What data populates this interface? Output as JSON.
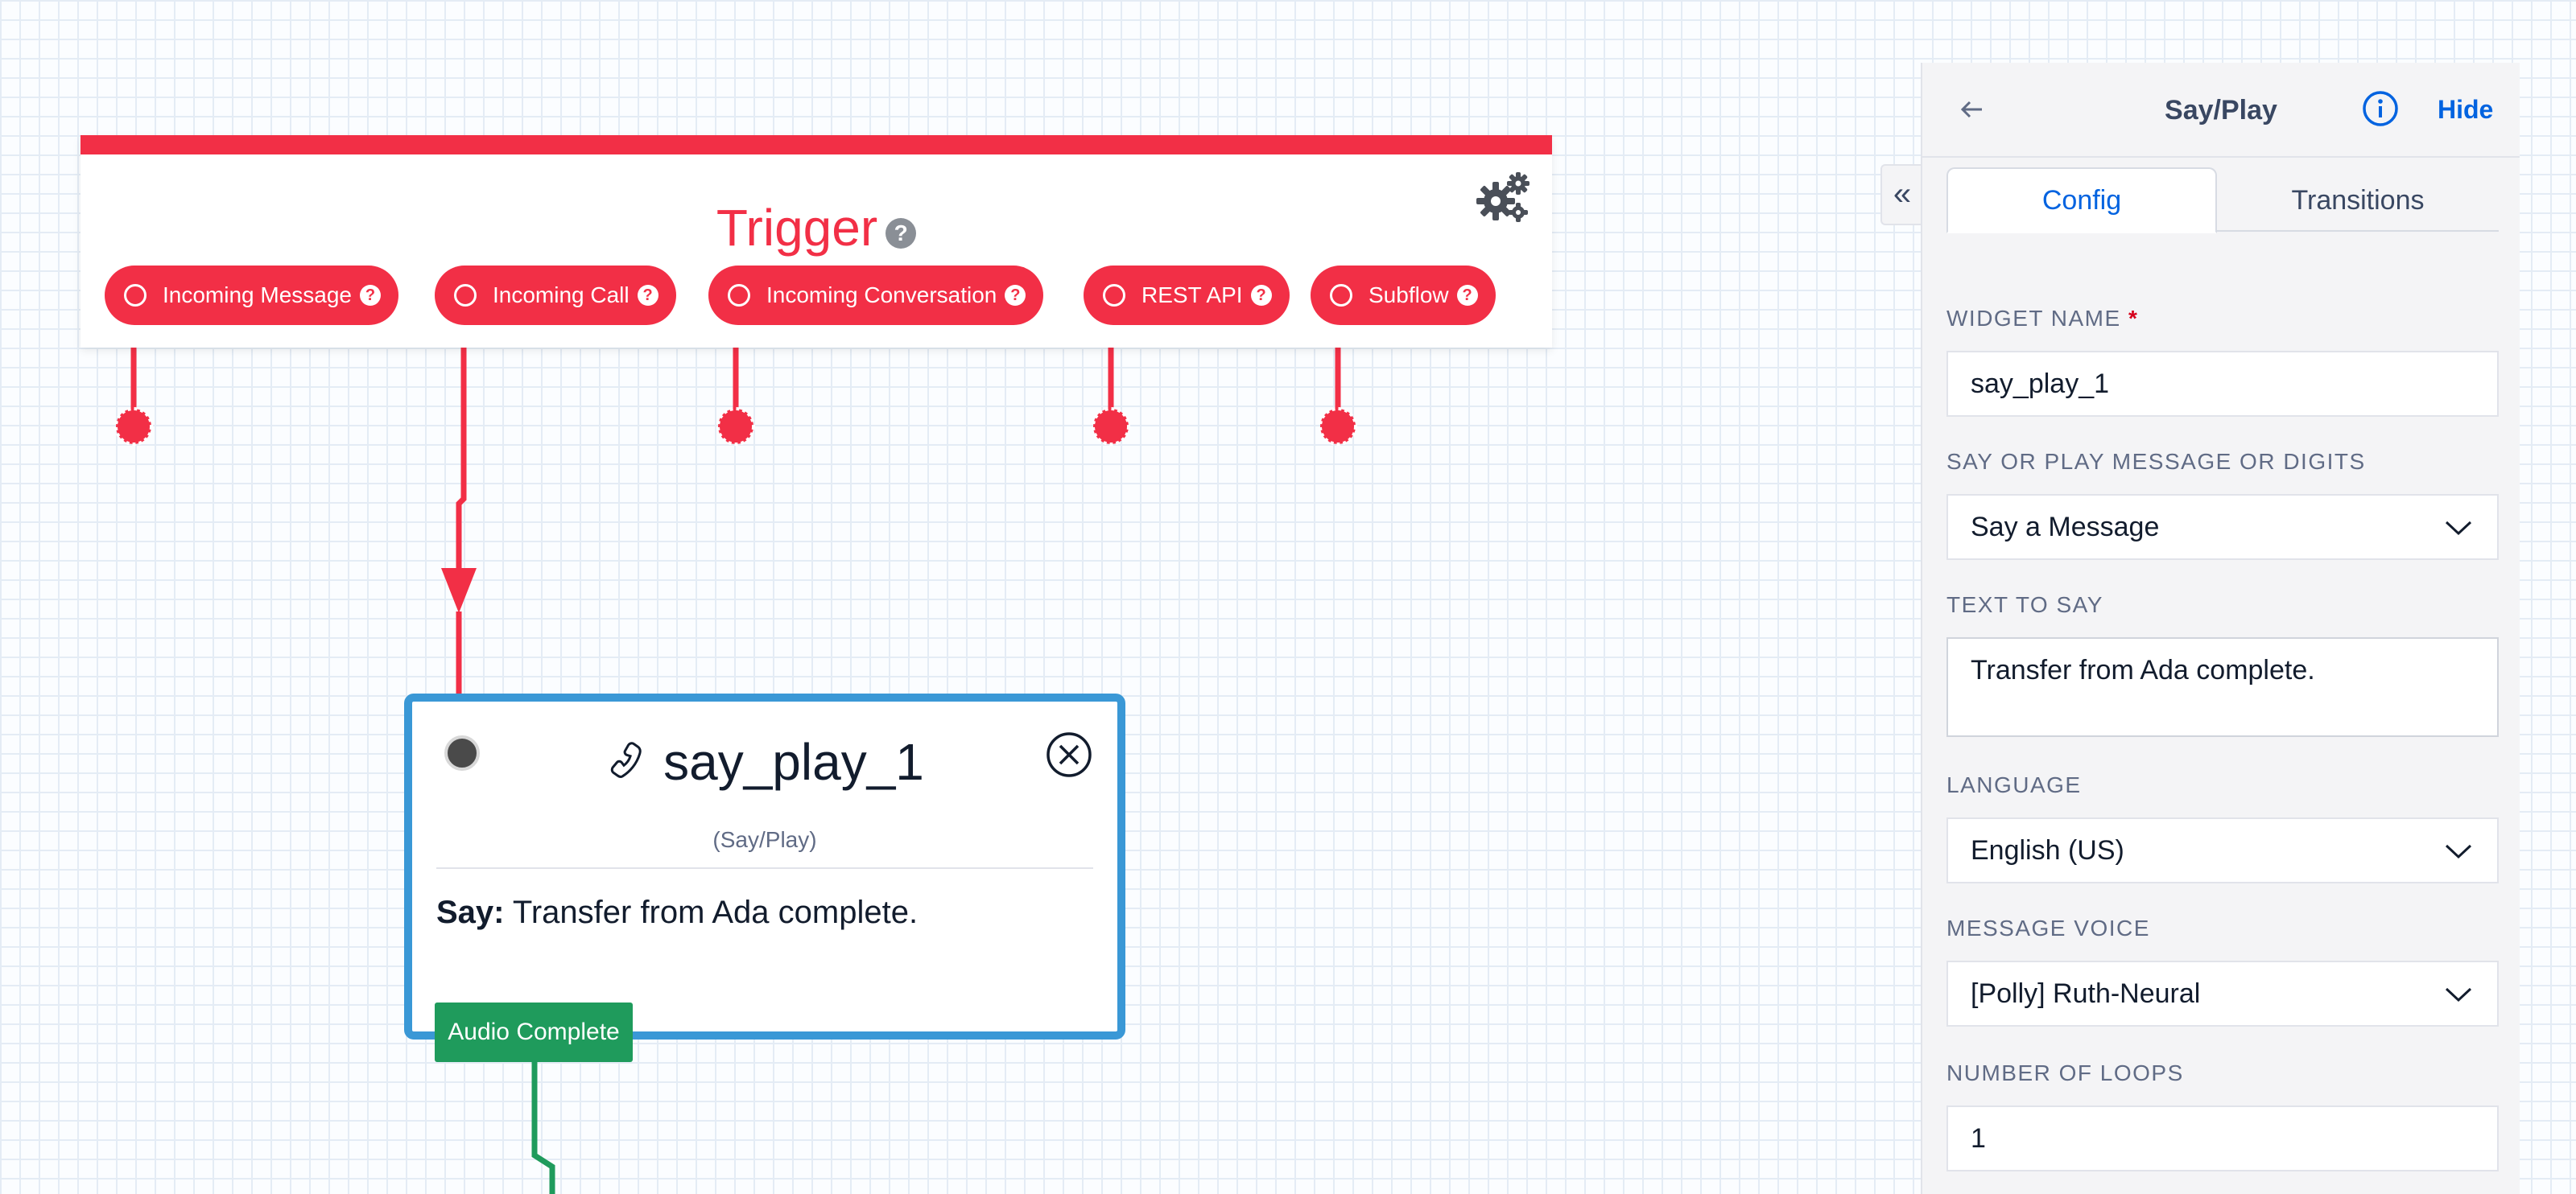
{
  "trigger": {
    "title": "Trigger",
    "help": "?",
    "events": [
      {
        "label": "Incoming Message",
        "help": "?"
      },
      {
        "label": "Incoming Call",
        "help": "?"
      },
      {
        "label": "Incoming Conversation",
        "help": "?"
      },
      {
        "label": "REST API",
        "help": "?"
      },
      {
        "label": "Subflow",
        "help": "?"
      }
    ]
  },
  "widget": {
    "name": "say_play_1",
    "type": "(Say/Play)",
    "say_label": "Say:",
    "say_text": "Transfer from Ada complete.",
    "transition": "Audio Complete"
  },
  "panel": {
    "title": "Say/Play",
    "hide": "Hide",
    "collapse": "«",
    "tabs": {
      "config": "Config",
      "transitions": "Transitions"
    },
    "fields": {
      "widget_name": {
        "label": "WIDGET NAME",
        "required": "*",
        "value": "say_play_1"
      },
      "say_or_play": {
        "label": "SAY OR PLAY MESSAGE OR DIGITS",
        "value": "Say a Message"
      },
      "text_to_say": {
        "label": "TEXT TO SAY",
        "value": "Transfer from Ada complete."
      },
      "language": {
        "label": "LANGUAGE",
        "value": "English (US)"
      },
      "message_voice": {
        "label": "MESSAGE VOICE",
        "value": "[Polly] Ruth-Neural"
      },
      "loops": {
        "label": "NUMBER OF LOOPS",
        "value": "1"
      }
    }
  },
  "colors": {
    "trigger": "#f22f46",
    "widget_border": "#3a98d6",
    "transition": "#1f9b5c",
    "link": "#0263e0"
  }
}
